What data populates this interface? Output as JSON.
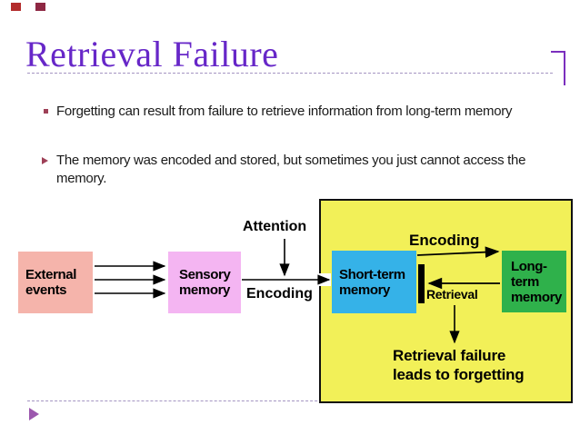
{
  "slide": {
    "title": "Retrieval Failure",
    "bullets": [
      {
        "marker": "square",
        "lines": [
          "Forgetting can result from failure to retrieve information from long-term memory"
        ]
      },
      {
        "marker": "triangle",
        "lines": [
          "The memory was encoded and stored, but sometimes you just cannot access the",
          "memory."
        ]
      }
    ],
    "diagram": {
      "attention_label": "Attention",
      "encoding_label_left": "Encoding",
      "encoding_label_top": "Encoding",
      "retrieval_label": "Retrieval",
      "caption_lines": [
        "Retrieval failure",
        "leads to forgetting"
      ],
      "boxes": {
        "external": {
          "lines": [
            "External",
            "events"
          ]
        },
        "sensory": {
          "lines": [
            "Sensory",
            "memory"
          ]
        },
        "stm": {
          "lines": [
            "Short-term",
            "memory"
          ]
        },
        "ltm": {
          "lines": [
            "Long-term",
            "memory"
          ]
        }
      }
    },
    "colors": {
      "title": "#6727c8",
      "bullet_marker": "#9e4057",
      "external_box": "#f5b4ab",
      "sensory_box": "#f4b5f2",
      "stm_box": "#35b2e8",
      "ltm_box": "#2fb14b",
      "yellow_panel": "#f2f058",
      "deco_square1": "#b32b2b",
      "deco_square2": "#8e2743",
      "deco_triangle": "#9c58ae",
      "deco_bracket": "#7b2fbe",
      "dotted_line": "#a495c2"
    }
  }
}
